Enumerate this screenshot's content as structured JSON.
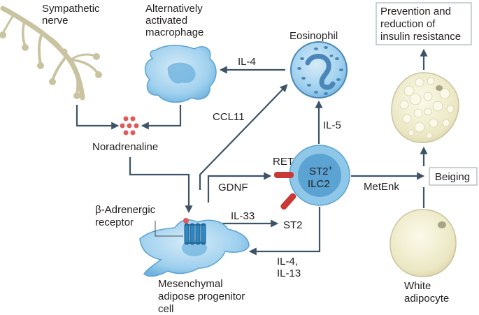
{
  "labels": {
    "sympathetic_nerve": [
      "Sympathetic",
      "nerve"
    ],
    "macrophage": [
      "Alternatively",
      "activated",
      "macrophage"
    ],
    "eosinophil": "Eosinophil",
    "il4_top": "IL-4",
    "noradrenaline": "Noradrenaline",
    "ccl11": "CCL11",
    "il5": "IL-5",
    "ret": "RET",
    "gdnf": "GDNF",
    "ilc2_line1": "ST2",
    "ilc2_sup": "+",
    "ilc2_line2": "ILC2",
    "metenk": "MetEnk",
    "beta_receptor": [
      "β-Adrenergic",
      "receptor"
    ],
    "il33": "IL-33",
    "st2": "ST2",
    "il4_il13": [
      "IL-4,",
      "IL-13"
    ],
    "progenitor": [
      "Mesenchymal",
      "adipose progenitor",
      "cell"
    ],
    "white_adipocyte": [
      "White",
      "adipocyte"
    ]
  },
  "boxes": {
    "prevention": [
      "Prevention and",
      "reduction of",
      "insulin resistance"
    ],
    "beiging": "Beiging"
  },
  "colors": {
    "arrow": "#3d5468",
    "cell_blue": "#8fc7e8",
    "cell_blue_dark": "#5aa3d2",
    "eosinophil_granule": "#4a86b8",
    "nerve": "#c9c3a0",
    "noradrenaline_dot": "#e05a5a",
    "receptor": "#2f86c0",
    "red_receptor": "#c93a36",
    "adipocyte": "#ece8c6"
  }
}
